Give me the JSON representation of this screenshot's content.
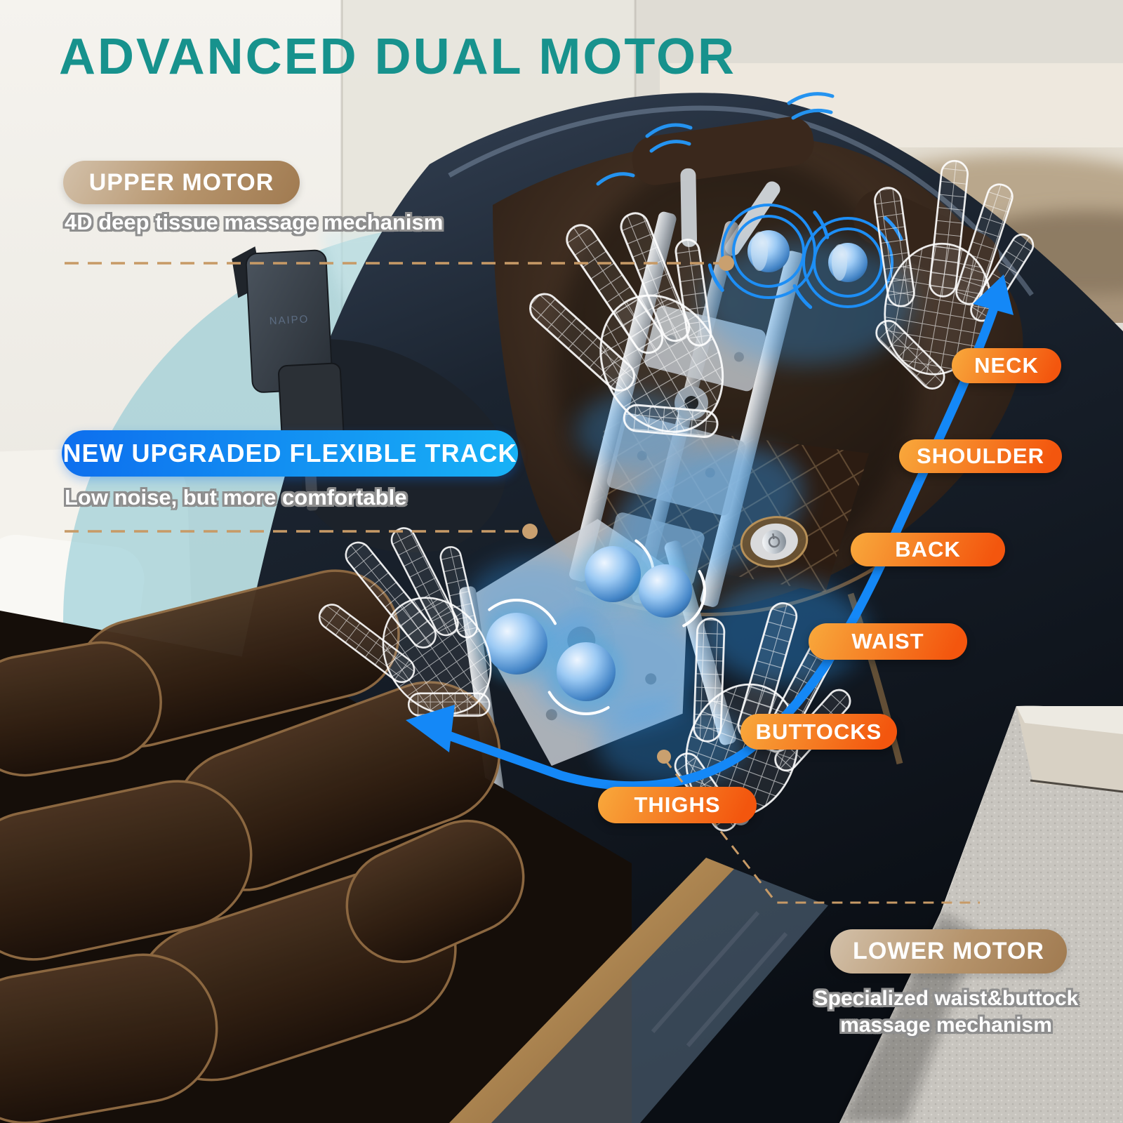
{
  "title": "ADVANCED DUAL MOTOR",
  "callouts": {
    "upper_motor": {
      "label": "UPPER MOTOR",
      "description": "4D deep tissue massage mechanism"
    },
    "flexible_track": {
      "label": "NEW UPGRADED FLEXIBLE TRACK",
      "description": "Low noise, but more comfortable"
    },
    "lower_motor": {
      "label": "LOWER MOTOR",
      "description": "Specialized waist&buttock massage mechanism"
    }
  },
  "body_labels": [
    "NECK",
    "SHOULDER",
    "BACK",
    "WAIST",
    "BUTTOCKS",
    "THIGHS"
  ],
  "headrest_logo": "NAIPO",
  "colors": {
    "title_teal": "#17928d",
    "tan_pill": "#ab8a63",
    "blue_pill_start": "#0d6eee",
    "blue_pill_end": "#18b2f6",
    "orange_pill_start": "#f8a93c",
    "orange_pill_end": "#f3560e",
    "track_blue": "#1488f7",
    "leader_dash_tan": "#c79a66"
  }
}
